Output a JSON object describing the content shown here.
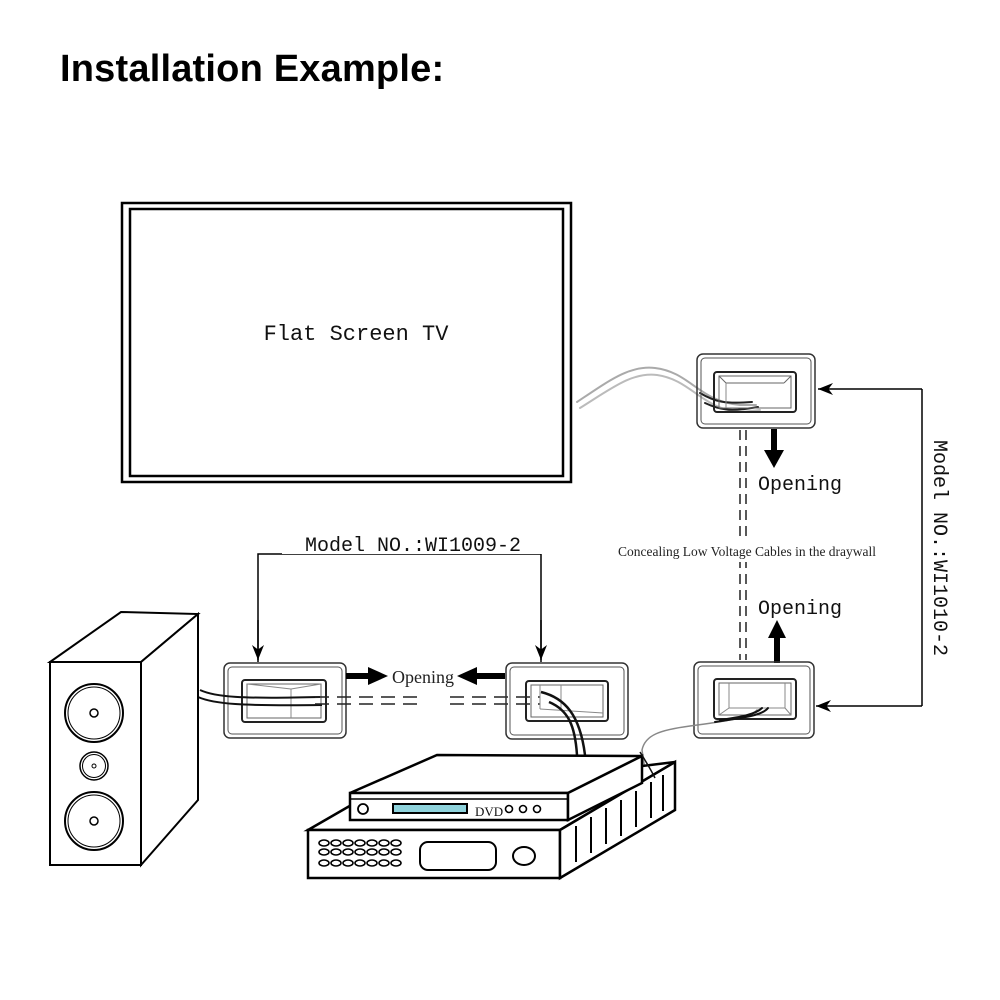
{
  "title": "Installation Example:",
  "tv": {
    "label": "Flat Screen TV"
  },
  "wall_plates": {
    "model_1009": "Model NO.:WI1009-2",
    "model_1010": "Model NO.:WI1010-2"
  },
  "openings": {
    "top_right": "Opening",
    "bottom_right": "Opening",
    "middle": "Opening"
  },
  "drywall_note": "Concealing Low Voltage Cables in the draywall",
  "dvd": {
    "label": "DVD",
    "display_color": "#8fd3dc"
  },
  "devices": {
    "speaker": "speaker",
    "dvd_player": "dvd-player",
    "receiver": "av-receiver"
  }
}
